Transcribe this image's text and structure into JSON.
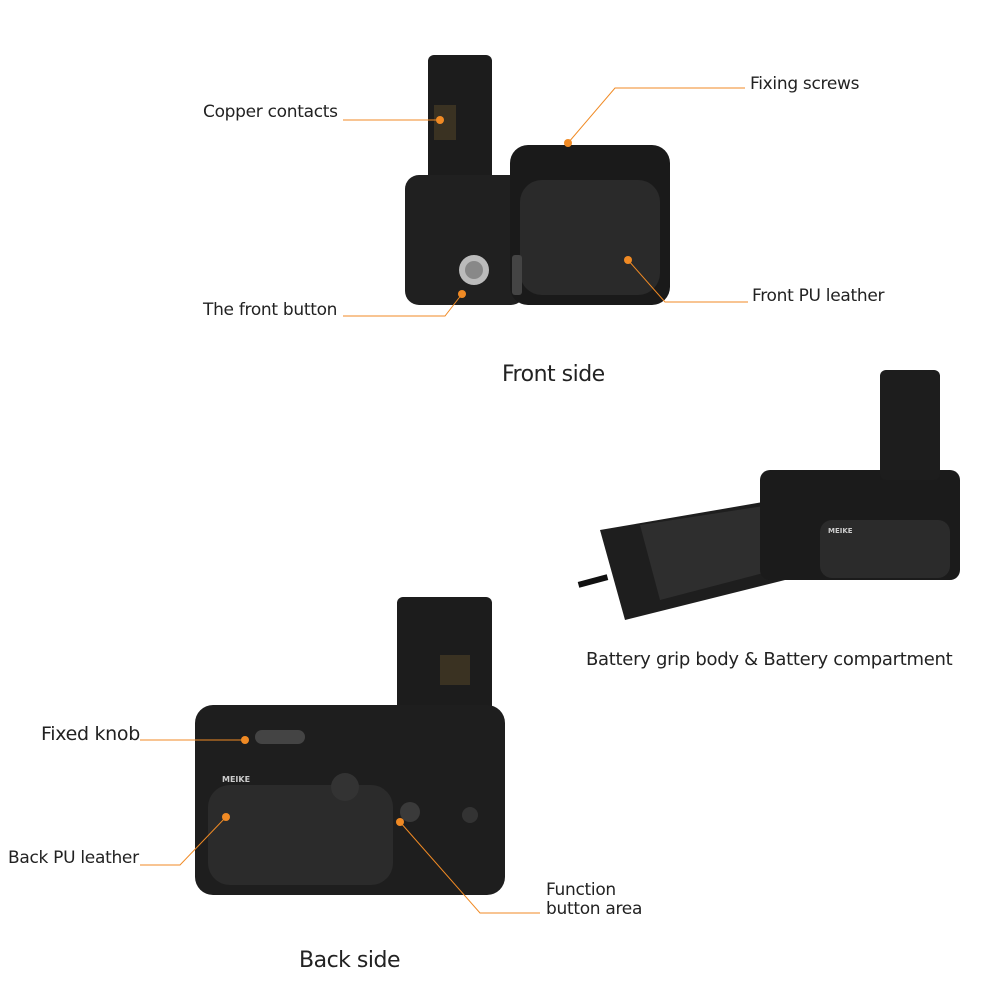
{
  "callouts": {
    "copper_contacts": "Copper contacts",
    "fixing_screws": "Fixing screws",
    "front_button": "The front button",
    "front_pu_leather": "Front PU leather",
    "fixed_knob": "Fixed knob",
    "back_pu_leather": "Back PU leather",
    "function_button_area_line1": "Function",
    "function_button_area_line2": "button area"
  },
  "captions": {
    "front_side": "Front side",
    "battery_compartment": "Battery grip body & Battery compartment",
    "back_side": "Back side"
  },
  "brand": "MEIKE",
  "colors": {
    "accent": "#f08a24",
    "product": "#1b1b1b",
    "text": "#222222"
  }
}
